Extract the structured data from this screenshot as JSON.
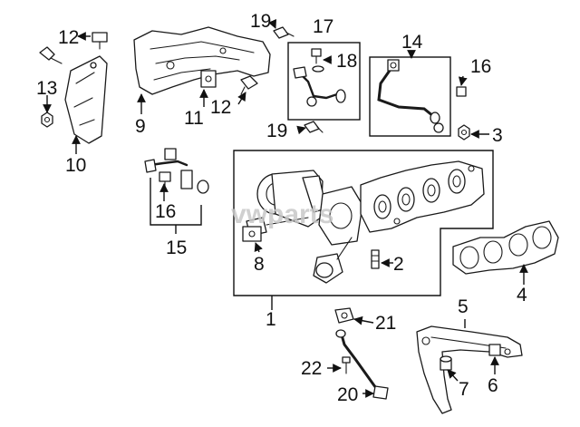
{
  "diagram": {
    "callouts": {
      "c1": "1",
      "c2": "2",
      "c3": "3",
      "c4": "4",
      "c5": "5",
      "c6": "6",
      "c7": "7",
      "c8": "8",
      "c9": "9",
      "c10": "10",
      "c11": "11",
      "c12a": "12",
      "c12b": "12",
      "c13": "13",
      "c14": "14",
      "c15": "15",
      "c16a": "16",
      "c16b": "16",
      "c17": "17",
      "c18": "18",
      "c19a": "19",
      "c19b": "19",
      "c20": "20",
      "c21": "21",
      "c22": "22"
    },
    "watermark": "vwparts"
  }
}
